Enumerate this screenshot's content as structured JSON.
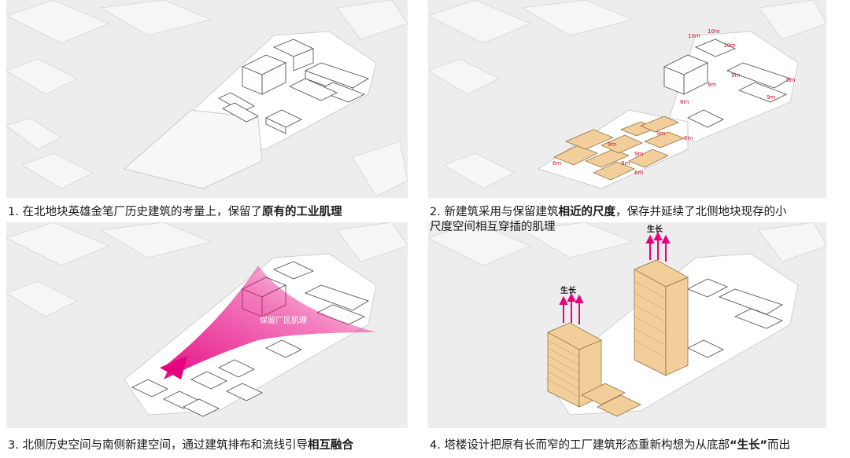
{
  "captions": {
    "c1": {
      "plain": "1. 在北地块英雄金笔厂历史建筑的考量上，保留了",
      "bold": "原有的工业肌理"
    },
    "c2": {
      "plain": "2. 新建筑采用与保留建筑",
      "bold": "相近的尺度",
      "rest": "，保存并延续了北侧地块现存的小",
      "line2": "尺度空间相互穿插的肌理"
    },
    "c3": {
      "plain": "3. 北侧历史空间与南侧新建空间，通过建筑排布和流线引导",
      "bold": "相互融合"
    },
    "c4": {
      "plain": "4. 塔楼设计把原有长而窄的工厂建筑形态重新构想为从底部",
      "bold": "“生长”",
      "rest": "而出"
    }
  },
  "labels": {
    "h10a": "10m",
    "h10b": "10m",
    "h10c": "10m",
    "h9a": "9m",
    "h9b": "9m",
    "h9c": "9m",
    "h9d": "9m",
    "h9e": "9m",
    "h9f": "9m",
    "h9g": "9m",
    "h8a": "8m",
    "h8b": "8m",
    "h8c": "8m",
    "h6a": "6m",
    "h6b": "6m",
    "preserve": "保留厂区肌理",
    "grow1": "生长",
    "grow2": "生长"
  },
  "colors": {
    "accent": "#e6007e",
    "height_label": "#c8102e",
    "new_building": "#f2cf9a",
    "site": "#ffffff",
    "context": "#ededed"
  }
}
